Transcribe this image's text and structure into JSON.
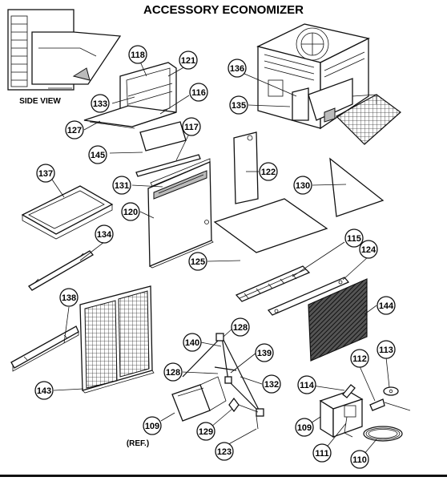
{
  "title": "ACCESSORY ECONOMIZER",
  "side_view_label": "SIDE VIEW",
  "ref_label": "(REF.)",
  "callouts": {
    "c118": "118",
    "c121": "121",
    "c136": "136",
    "c133": "133",
    "c116": "116",
    "c135": "135",
    "c127": "127",
    "c117": "117",
    "c145": "145",
    "c137": "137",
    "c122": "122",
    "c131": "131",
    "c130": "130",
    "c120": "120",
    "c134": "134",
    "c115": "115",
    "c124": "124",
    "c125": "125",
    "c138": "138",
    "c144": "144",
    "c128a": "128",
    "c140": "140",
    "c139": "139",
    "c128b": "128",
    "c132": "132",
    "c143": "143",
    "c113": "113",
    "c112": "112",
    "c114": "114",
    "c109a": "109",
    "c109b": "109",
    "c129": "129",
    "c111": "111",
    "c110": "110",
    "c123": "123"
  }
}
